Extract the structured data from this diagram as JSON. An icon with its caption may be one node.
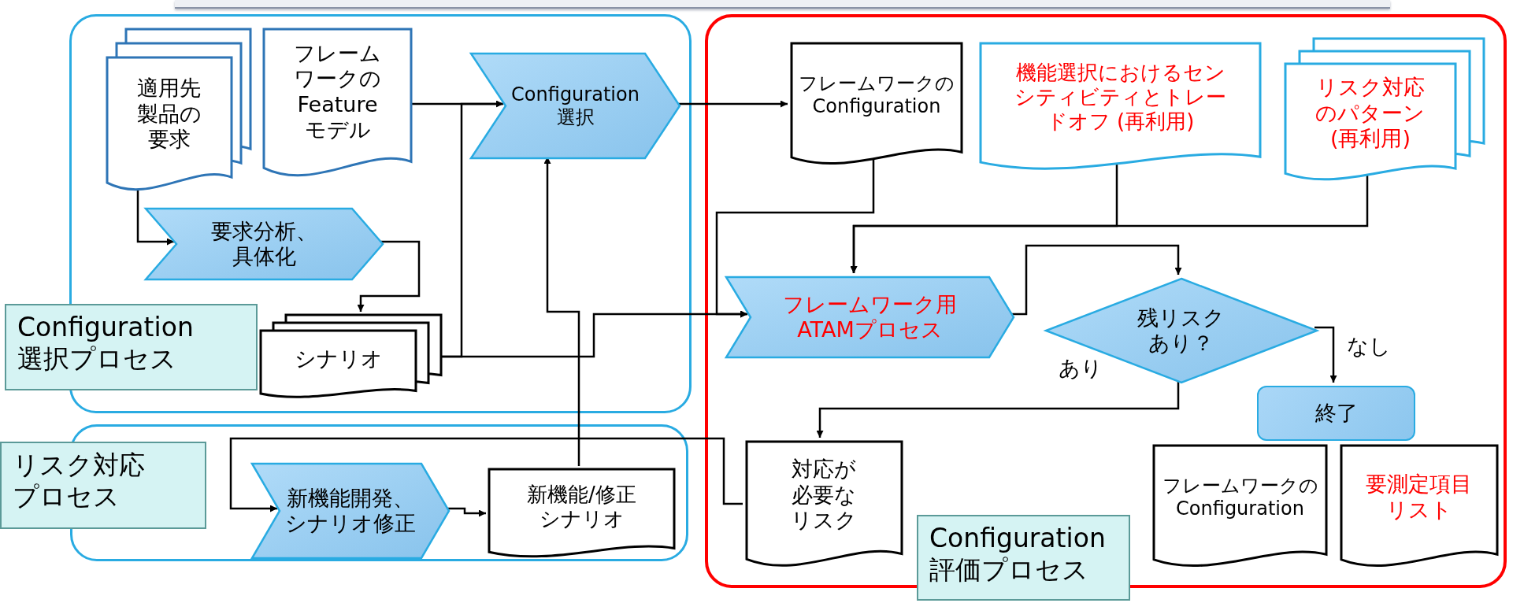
{
  "diagram": {
    "nodes": [
      {
        "text": [],
        "shape": "box"
      },
      {
        "text": [
          "適用先製品の要求"
        ],
        "in": 0
      },
      {
        "text": [
          "フレームワークのFeatureモデル"
        ],
        "in": 0
      },
      {
        "text": [
          "Configuration選択"
        ],
        "in": 0
      },
      {
        "text": [
          "要求分析、具体化"
        ],
        "in": 0
      },
      {
        "text": [
          "シナリオ"
        ],
        "in": 0
      },
      {
        "text": [
          "Configuration 選択プロセス"
        ]
      },
      {
        "text": [],
        "shape": "box"
      },
      {
        "text": [
          "新機能開発、シナリオ修正"
        ],
        "in": 7
      },
      {
        "text": [
          "新機能/修正シナリオ"
        ],
        "in": 7
      },
      {
        "text": [
          "リスク対応プロセス"
        ]
      },
      {
        "text": [],
        "shape": "box"
      },
      {
        "text": [
          "フレームワークのConfiguration"
        ],
        "in": 11
      },
      {
        "text": [
          "機能選択におけるセンシティビティとトレードオフ (再利用)"
        ],
        "in": 11
      },
      {
        "text": [
          "リスク対応のパターン (再利用)"
        ],
        "in": 11
      },
      {
        "text": [
          "フレームワーク用ATAMプロセス"
        ],
        "in": 11
      },
      {
        "text": [
          "残リスクあり？"
        ],
        "in": 11
      },
      {
        "text": [
          "終了"
        ],
        "in": 11
      },
      {
        "text": [
          "対応が必要なリスク"
        ],
        "in": 11
      },
      {
        "text": [
          "フレームワークのConfiguration"
        ],
        "in": 11
      },
      {
        "text": [
          "要測定項目リスト"
        ],
        "in": 11
      },
      {
        "text": [
          "Configuration 評価プロセス"
        ]
      }
    ],
    "edges": [
      {
        "from": 1,
        "to": 4,
        "arrow": "to"
      },
      {
        "from": 4,
        "to": 5,
        "arrow": "to"
      },
      {
        "from": 2,
        "to": 3,
        "arrow": "to"
      },
      {
        "from": 5,
        "to": 3,
        "arrow": "to"
      },
      {
        "from": 9,
        "to": 3,
        "arrow": "to"
      },
      {
        "from": 5,
        "to": 15,
        "arrow": "to"
      },
      {
        "from": 3,
        "to": 12,
        "arrow": "to"
      },
      {
        "from": 12,
        "to": 15,
        "arrow": "to"
      },
      {
        "from": 13,
        "to": 15,
        "arrow": "to"
      },
      {
        "from": 14,
        "to": 15,
        "arrow": "to"
      },
      {
        "from": 15,
        "to": 16,
        "arrow": "to"
      },
      {
        "from": 16,
        "to": 17,
        "arrow": "to",
        "label": "なし"
      },
      {
        "from": 16,
        "to": 18,
        "arrow": "to",
        "label": "あり"
      },
      {
        "from": 18,
        "to": 8,
        "arrow": "to"
      },
      {
        "from": 8,
        "to": 9,
        "arrow": "to"
      }
    ]
  }
}
